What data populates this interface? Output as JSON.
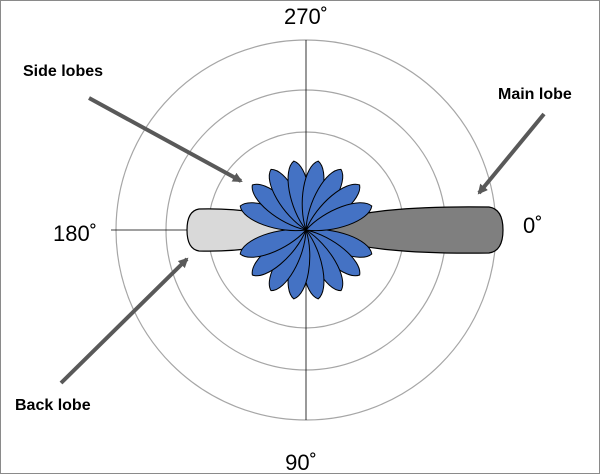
{
  "angles": {
    "top": "270˚",
    "bottom": "90˚",
    "left": "180˚",
    "right": "0˚"
  },
  "labels": {
    "side_lobes": "Side lobes",
    "main_lobe": "Main lobe",
    "back_lobe": "Back lobe"
  },
  "colors": {
    "main_lobe": "#7f7f7f",
    "back_lobe": "#d9d9d9",
    "side_lobes": "#4472c4",
    "grid": "#a6a6a6",
    "arrows": "#595959"
  },
  "side_lobe_angles_deg": [
    20,
    40,
    60,
    80,
    100,
    120,
    140,
    160,
    200,
    220,
    240,
    260,
    280,
    300,
    320,
    340
  ]
}
